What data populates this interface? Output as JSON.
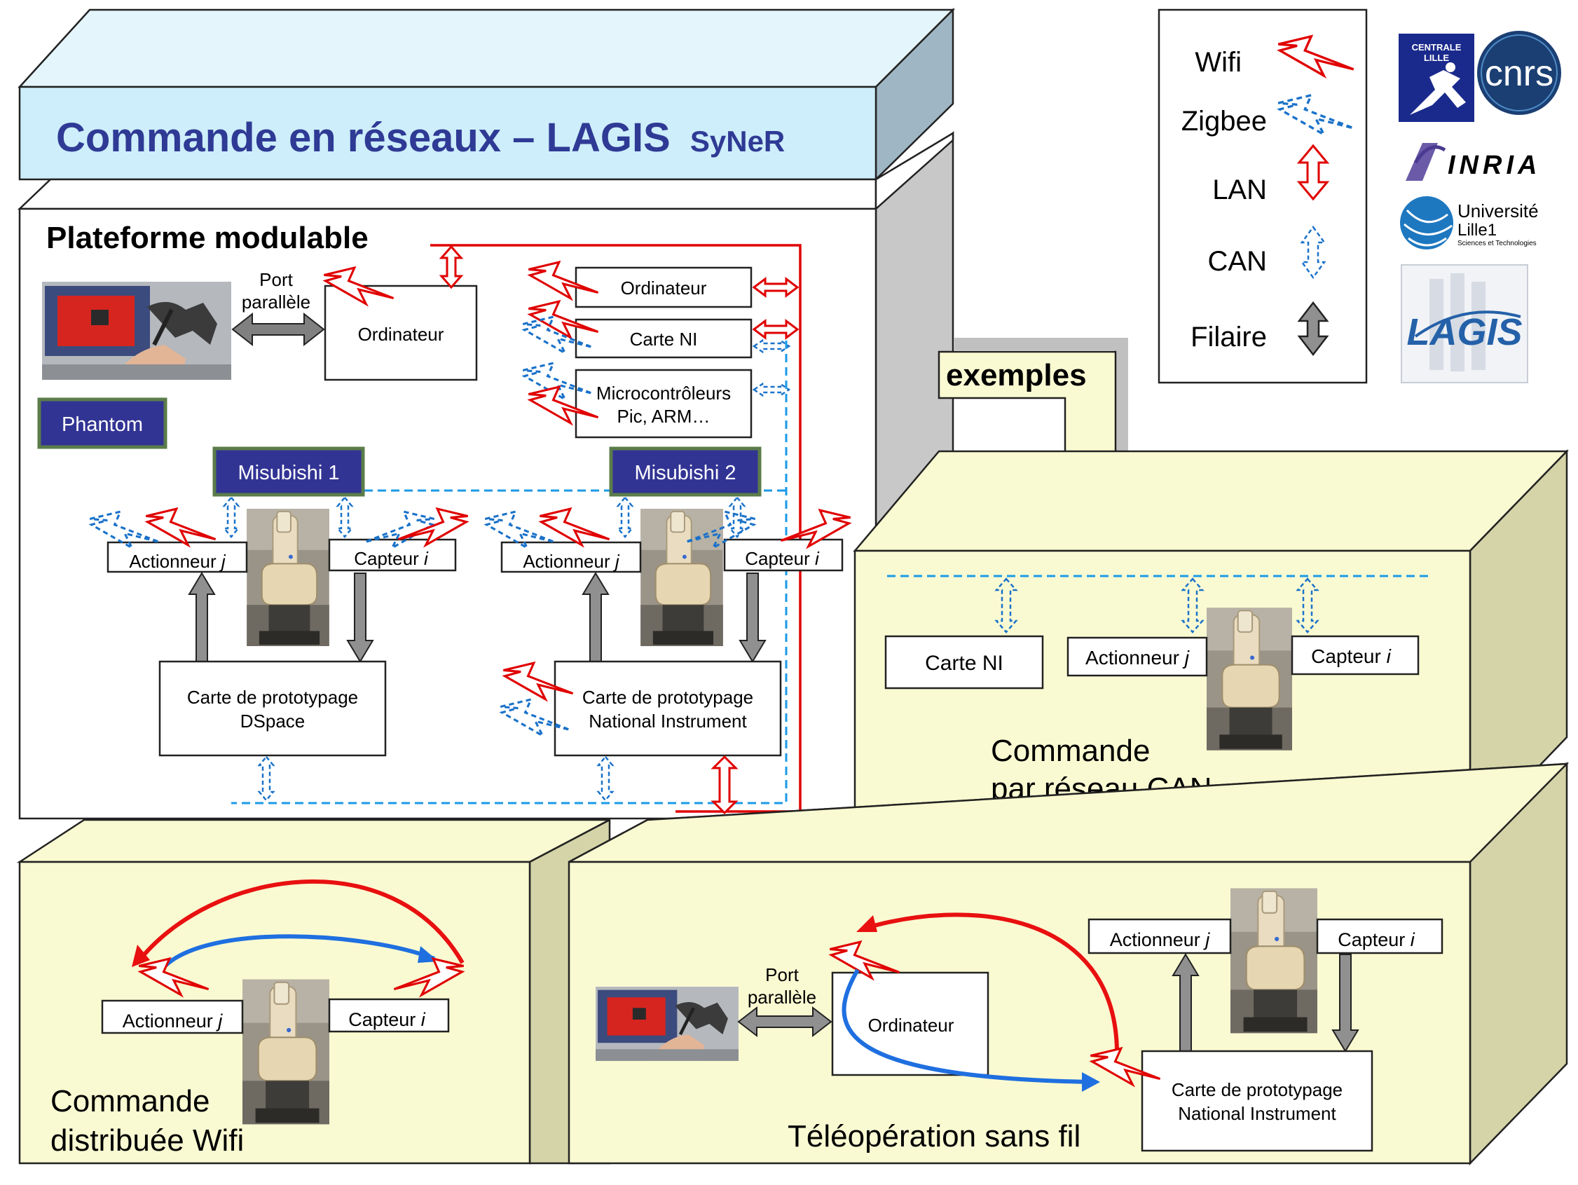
{
  "title": {
    "main": "Commande en réseaux – LAGIS",
    "suffix": "SyNeR"
  },
  "colors": {
    "title_text": "#2f3a95",
    "title_face": "#cdeefa",
    "yellow_face": "#fafad2",
    "yellow_side": "#d4d4a8",
    "gray_side": "#c8c8c8",
    "wifi": "#e00000",
    "zigbee": "#1a72c9",
    "wired": "#808080",
    "navy": "#323494",
    "navy_border": "#5b7c4a",
    "red_curve": "#e81010",
    "blue_curve": "#1f6fe0"
  },
  "legend": {
    "items": [
      {
        "label": "Wifi",
        "icon": "wifi-lightning-icon"
      },
      {
        "label": "Zigbee",
        "icon": "zigbee-lightning-icon"
      },
      {
        "label": "LAN",
        "icon": "lan-arrow-icon"
      },
      {
        "label": "CAN",
        "icon": "can-arrow-icon"
      },
      {
        "label": "Filaire",
        "icon": "wired-arrow-icon"
      }
    ]
  },
  "logos": {
    "centrale": {
      "line1": "CENTRALE",
      "line2": "LILLE"
    },
    "cnrs": "cnrs",
    "inria": "INRIA",
    "lille": {
      "line1": "Université",
      "line2": "Lille1",
      "line3": "Sciences et Technologies"
    },
    "lagis": "LAGIS"
  },
  "platform": {
    "heading": "Plateforme modulable",
    "port": [
      "Port",
      "parallèle"
    ],
    "computer": "Ordinateur",
    "phantom": "Phantom",
    "stack": {
      "ordinateur": "Ordinateur",
      "carte_ni": "Carte NI",
      "micro": [
        "Microcontrôleurs",
        "Pic, ARM…"
      ]
    },
    "robot1": {
      "name": "Misubishi 1",
      "actuator": "Actionneur",
      "sensor": "Capteur",
      "card": [
        "Carte de prototypage",
        "DSpace"
      ]
    },
    "robot2": {
      "name": "Misubishi 2",
      "actuator": "Actionneur",
      "sensor": "Capteur",
      "card": [
        "Carte de prototypage",
        "National Instrument"
      ]
    }
  },
  "exemples": "exemples",
  "can_block": {
    "carte_ni": "Carte NI",
    "actuator": "Actionneur",
    "sensor": "Capteur",
    "caption": [
      "Commande",
      "par réseau CAN"
    ]
  },
  "wifi_block": {
    "actuator": "Actionneur",
    "sensor": "Capteur",
    "caption": [
      "Commande",
      "distribuée Wifi"
    ]
  },
  "tele_block": {
    "port": [
      "Port",
      "parallèle"
    ],
    "computer": "Ordinateur",
    "actuator": "Actionneur",
    "sensor": "Capteur",
    "card": [
      "Carte de prototypage",
      "National Instrument"
    ],
    "caption": "Téléopération sans fil"
  },
  "index_j": "j",
  "index_i": "i"
}
